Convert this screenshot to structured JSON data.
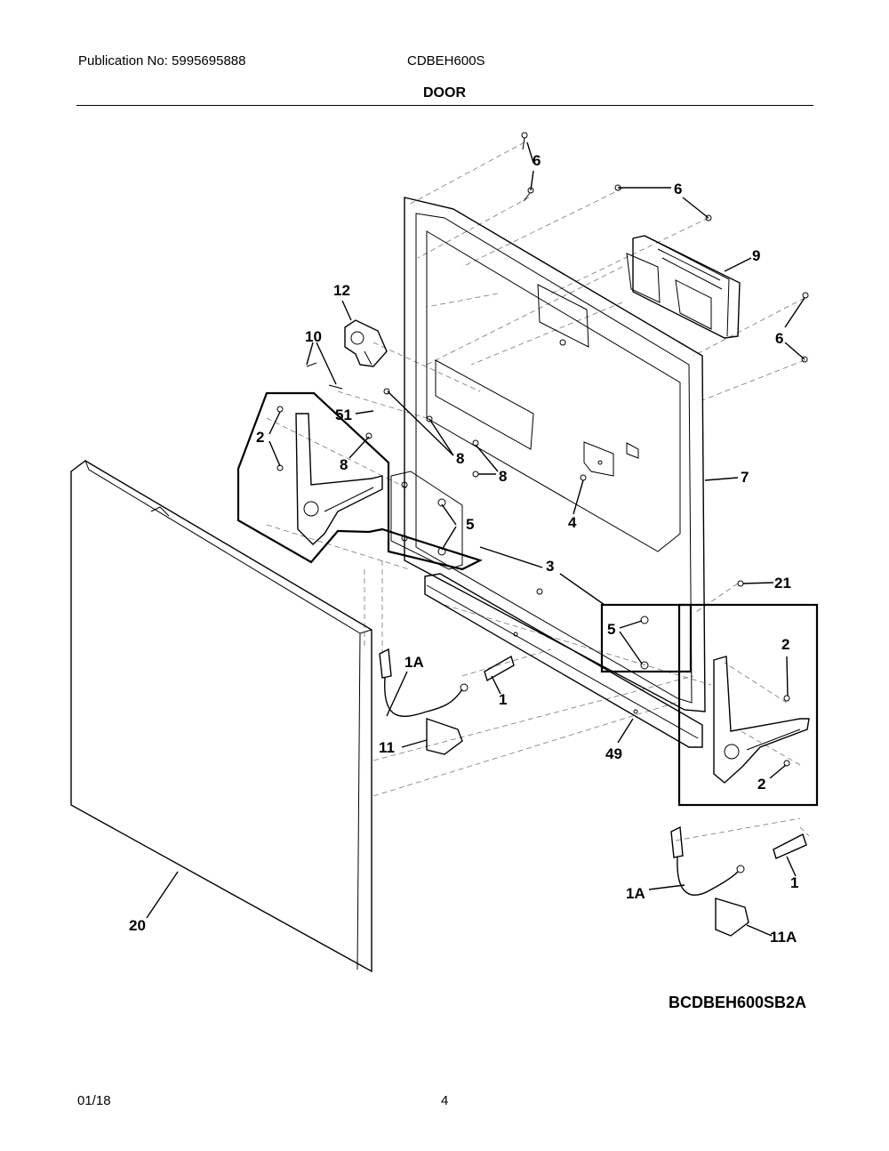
{
  "header": {
    "publication": "Publication No: 5995695888",
    "model": "CDBEH600S",
    "section": "DOOR"
  },
  "footer": {
    "date": "01/18",
    "page": "4"
  },
  "diagram_code": "BCDBEH600SB2A",
  "callouts": {
    "c6a": "6",
    "c6b": "6",
    "c6c": "6",
    "c9": "9",
    "c12": "12",
    "c10": "10",
    "c51": "51",
    "c2a": "2",
    "c8a": "8",
    "c8b": "8",
    "c8c": "8",
    "c5a": "5",
    "c4": "4",
    "c7": "7",
    "c3": "3",
    "c21": "21",
    "c5b": "5",
    "c2b": "2",
    "c2c": "2",
    "c1A_a": "1A",
    "c1a": "1",
    "c11": "11",
    "c49": "49",
    "c1A_b": "1A",
    "c1b": "1",
    "c11A": "11A",
    "c20": "20"
  }
}
